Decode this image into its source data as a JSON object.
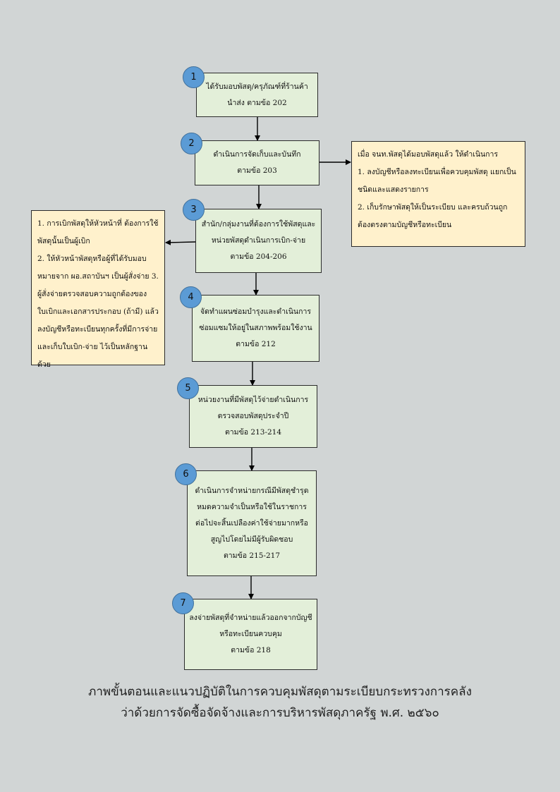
{
  "steps": [
    {
      "num": "1",
      "lines": [
        "ได้รับมอบพัสดุ/ครุภัณฑ์ที่ร้านค้า",
        "นำส่ง ตามข้อ 202"
      ]
    },
    {
      "num": "2",
      "lines": [
        "ดำเนินการจัดเก็บและบันทึก",
        "ตามข้อ 203"
      ]
    },
    {
      "num": "3",
      "lines": [
        "สำนัก/กลุ่มงานที่ต้องการใช้พัสดุและ",
        "หน่วยพัสดุดำเนินการเบิก-จ่าย",
        "ตามข้อ 204-206"
      ]
    },
    {
      "num": "4",
      "lines": [
        "จัดทำแผนซ่อมบำรุงและดำเนินการ",
        "ซ่อมแซมให้อยู่ในสภาพพร้อมใช้งาน",
        "ตามข้อ 212"
      ]
    },
    {
      "num": "5",
      "lines": [
        "หน่วยงานที่มีพัสดุไว้จ่ายดำเนินการ",
        "ตรวจสอบพัสดุประจำปี",
        "ตามข้อ 213-214"
      ]
    },
    {
      "num": "6",
      "lines": [
        "ดำเนินการจำหน่ายกรณีมีพัสดุชำรุด",
        "หมดความจำเป็นหรือใช้ในราชการ",
        "ต่อไปจะสิ้นเปลืองค่าใช้จ่ายมากหรือ",
        "สูญไปโดยไม่มีผู้รับผิดชอบ",
        "ตามข้อ 215-217"
      ]
    },
    {
      "num": "7",
      "lines": [
        "ลงจ่ายพัสดุที่จำหน่ายแล้วออกจากบัญชี",
        "หรือทะเบียนควบคุม",
        "ตามข้อ 218"
      ]
    }
  ],
  "notes": {
    "right": [
      "เมื่อ จนท.พัสดุได้มอบพัสดุแล้ว ให้ดำเนินการ",
      "1. ลงบัญชีหรือลงทะเบียนเพื่อควบคุมพัสดุ แยกเป็นชนิดและแสดงรายการ",
      "2. เก็บรักษาพัสดุให้เป็นระเบียบ และครบถ้วนถูกต้องตรงตามบัญชีหรือทะเบียน"
    ],
    "left": [
      "1. การเบิกพัสดุให้หัวหน้าที่ ต้องการใช้พัสดุนั้นเป็นผู้เบิก",
      "2. ให้หัวหน้าพัสดุหรือผู้ที่ได้รับมอบหมายจาก ผอ.สถาบันฯ เป็นผู้สั่งจ่าย 3. ผู้สั่งจ่ายตรวจสอบความถูกต้องของใบเบิกและเอกสารประกอบ (ถ้ามี) แล้วลงบัญชีหรือทะเบียนทุกครั้งที่มีการจ่ายและเก็บใบเบิก-จ่าย ไว้เป็นหลักฐานด้วย"
    ]
  },
  "caption": {
    "line1": "ภาพขั้นตอนและแนวปฏิบัติในการควบคุมพัสดุตามระเบียบกระทรวงการคลัง",
    "line2": "ว่าด้วยการจัดซื้อจัดจ้างและการบริหารพัสดุภาครัฐ พ.ศ. ๒๕๖๐"
  }
}
